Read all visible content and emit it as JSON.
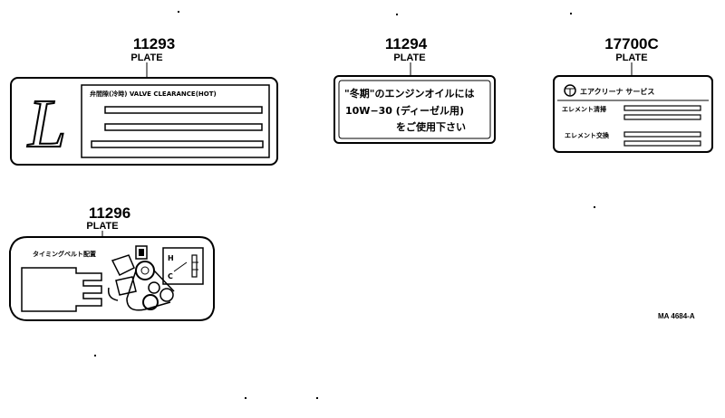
{
  "parts": [
    {
      "number": "11293",
      "name": "PLATE",
      "label": {
        "letter": "L",
        "heading": "弁間隙(冷時) VALVE CLEARANCE(HOT)"
      }
    },
    {
      "number": "11294",
      "name": "PLATE",
      "label": {
        "line1": "\"冬期\"のエンジンオイルには",
        "line2": "10W−30 (ディーゼル用)",
        "line3": "をご使用下さい"
      }
    },
    {
      "number": "17700C",
      "name": "PLATE",
      "label": {
        "title": "エアクリーナ サービス",
        "row1": "エレメント清掃",
        "row2": "エレメント交換"
      }
    },
    {
      "number": "11296",
      "name": "PLATE",
      "label": {
        "title": "タイミングベルト配置",
        "mark_h": "H",
        "mark_c": "C"
      }
    }
  ],
  "figure_code": "MA 4684-A"
}
